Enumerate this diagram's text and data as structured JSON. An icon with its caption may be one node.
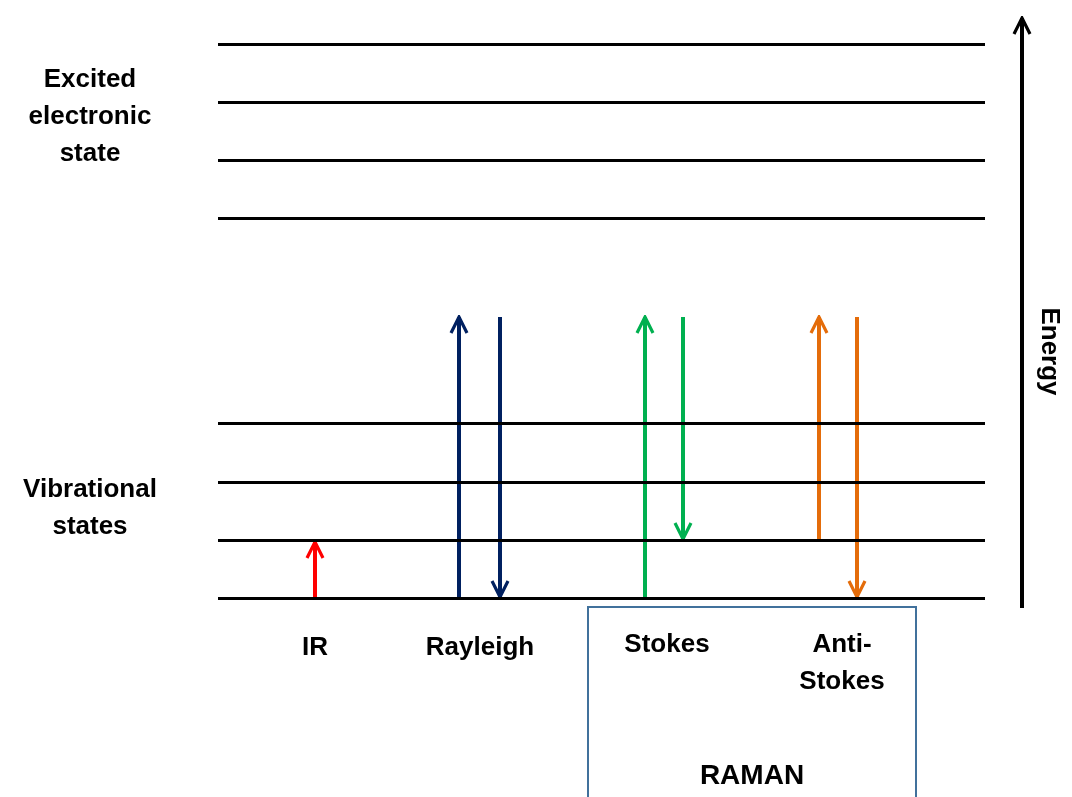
{
  "diagram": {
    "nodes": [
      {
        "text": [],
        "shape": "bar"
      },
      {
        "text": [],
        "shape": "bar"
      },
      {
        "text": [],
        "shape": "bar"
      },
      {
        "text": [],
        "shape": "bar"
      },
      {
        "text": [],
        "shape": "bar"
      },
      {
        "text": [],
        "shape": "bar"
      },
      {
        "text": [],
        "shape": "bar"
      },
      {
        "text": [],
        "shape": "bar"
      },
      {
        "text": [
          "RAMAN"
        ]
      },
      {
        "text": [
          "Stokes"
        ],
        "in": 8
      },
      {
        "text": [
          "Anti- Stokes"
        ],
        "in": 8
      }
    ],
    "edges": [
      {
        "from": 7,
        "to": 6,
        "arrow": "to",
        "color": "#ff0000"
      },
      {
        "from": 7,
        "to": null,
        "arrow": "to",
        "color": "#002060"
      },
      {
        "from": null,
        "to": 7,
        "arrow": "to",
        "color": "#002060"
      },
      {
        "from": 7,
        "to": null,
        "arrow": "to",
        "color": "#00b050"
      },
      {
        "from": null,
        "to": 6,
        "arrow": "to",
        "color": "#00b050"
      },
      {
        "from": 6,
        "to": null,
        "arrow": "to",
        "color": "#e46c0a"
      },
      {
        "from": null,
        "to": 7,
        "arrow": "to",
        "color": "#e46c0a"
      }
    ],
    "labels": [
      "Excited electronic state",
      "Vibrational states",
      "IR",
      "Rayleigh",
      "Energy"
    ]
  }
}
